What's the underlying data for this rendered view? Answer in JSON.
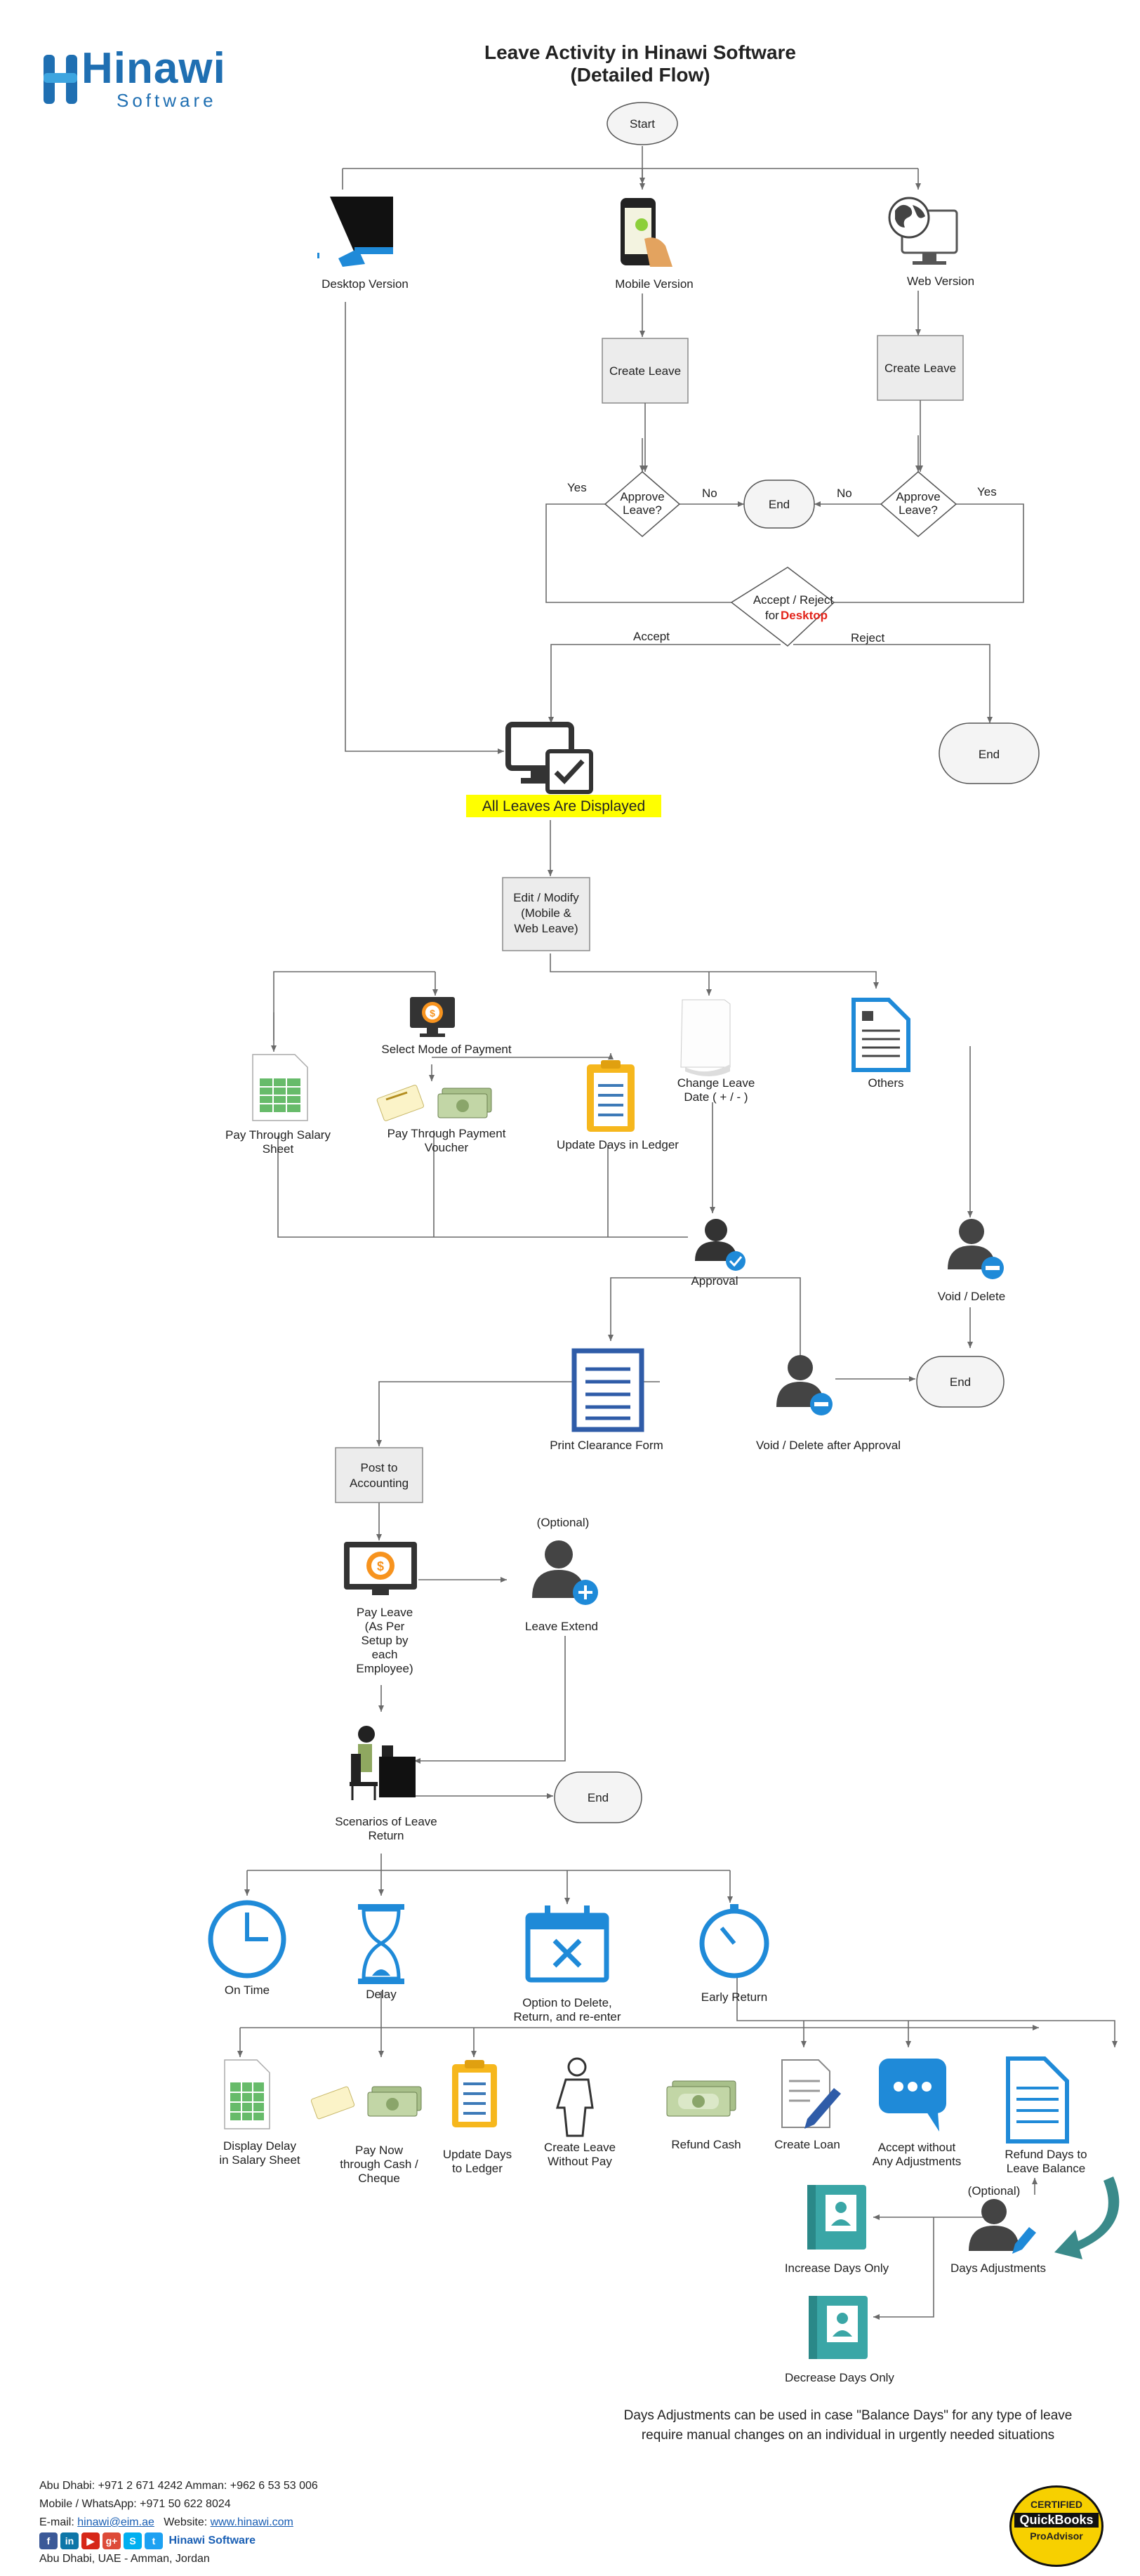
{
  "logo": {
    "brand": "Hinawi",
    "sub": "Software"
  },
  "title": {
    "line1": "Leave Activity in Hinawi Software",
    "line2": "(Detailed Flow)"
  },
  "nodes": {
    "start": "Start",
    "desktop_version": "Desktop Version",
    "mobile_version": "Mobile Version",
    "web_version": "Web Version",
    "create_leave_mobile": "Create Leave",
    "create_leave_web": "Create Leave",
    "approve_leave_left_1": "Approve",
    "approve_leave_left_2": "Leave?",
    "approve_leave_right_1": "Approve",
    "approve_leave_right_2": "Leave?",
    "yes_left": "Yes",
    "no_left": "No",
    "no_right": "No",
    "yes_right": "Yes",
    "end_top": "End",
    "accept_reject_1": "Accept / Reject",
    "accept_reject_2a": "for",
    "accept_reject_2b": "Desktop",
    "accept": "Accept",
    "reject": "Reject",
    "end_reject": "End",
    "all_leaves": "All Leaves Are Displayed",
    "edit_modify_1": "Edit / Modify",
    "edit_modify_2": "(Mobile &",
    "edit_modify_3": "Web Leave)",
    "select_mode": "Select Mode of Payment",
    "pay_salary_1": "Pay Through Salary",
    "pay_salary_2": "Sheet",
    "pay_voucher_1": "Pay Through Payment",
    "pay_voucher_2": "Voucher",
    "update_ledger": "Update Days in Ledger",
    "change_date_1": "Change Leave",
    "change_date_2": "Date ( + / - )",
    "others": "Others",
    "approval": "Approval",
    "void_delete": "Void / Delete",
    "print_clearance": "Print Clearance Form",
    "void_after": "Void / Delete after Approval",
    "end_mid": "End",
    "post_acc_1": "Post to",
    "post_acc_2": "Accounting",
    "pay_leave_1": "Pay Leave",
    "pay_leave_2": "(As Per",
    "pay_leave_3": "Setup by",
    "pay_leave_4": "each",
    "pay_leave_5": "Employee)",
    "optional_1": "(Optional)",
    "leave_extend": "Leave Extend",
    "scenarios_1": "Scenarios of Leave",
    "scenarios_2": "Return",
    "end_scen": "End",
    "on_time": "On Time",
    "delay": "Delay",
    "option_delete_1": "Option to Delete,",
    "option_delete_2": "Return, and re-enter",
    "early_return": "Early Return",
    "display_delay_1": "Display Delay",
    "display_delay_2": "in Salary Sheet",
    "pay_now_1": "Pay Now",
    "pay_now_2": "through Cash /",
    "pay_now_3": "Cheque",
    "update_days_1": "Update Days",
    "update_days_2": "to Ledger",
    "create_wo_1": "Create Leave",
    "create_wo_2": "Without Pay",
    "refund_cash": "Refund Cash",
    "create_loan": "Create Loan",
    "accept_wo_1": "Accept without",
    "accept_wo_2": "Any Adjustments",
    "refund_days_1": "Refund Days to",
    "refund_days_2": "Leave Balance",
    "optional_2": "(Optional)",
    "days_adj": "Days Adjustments",
    "increase_days": "Increase Days Only",
    "decrease_days": "Decrease Days Only",
    "note_1": "Days Adjustments can be used in case \"Balance Days\" for any type of leave",
    "note_2": "require manual changes on an individual in urgently needed situations"
  },
  "footer": {
    "line1": "Abu Dhabi: +971 2 671 4242 Amman: +962 6 53 53 006",
    "line2": "Mobile / WhatsApp: +971 50 622 8024",
    "email_label": "E-mail:",
    "email": "hinawi@eim.ae",
    "website_label": "Website:",
    "website": "www.hinawi.com",
    "social_name": "Hinawi Software",
    "line4": "Abu Dhabi, UAE - Amman, Jordan"
  },
  "badge": {
    "l1": "CERTIFIED",
    "l2": "QuickBooks",
    "l3": "ProAdvisor"
  },
  "colors": {
    "accent_blue": "#1f8ad8",
    "highlight": "#ffff00",
    "desktop_red": "#e3241b",
    "teal": "#3aa6a6"
  }
}
